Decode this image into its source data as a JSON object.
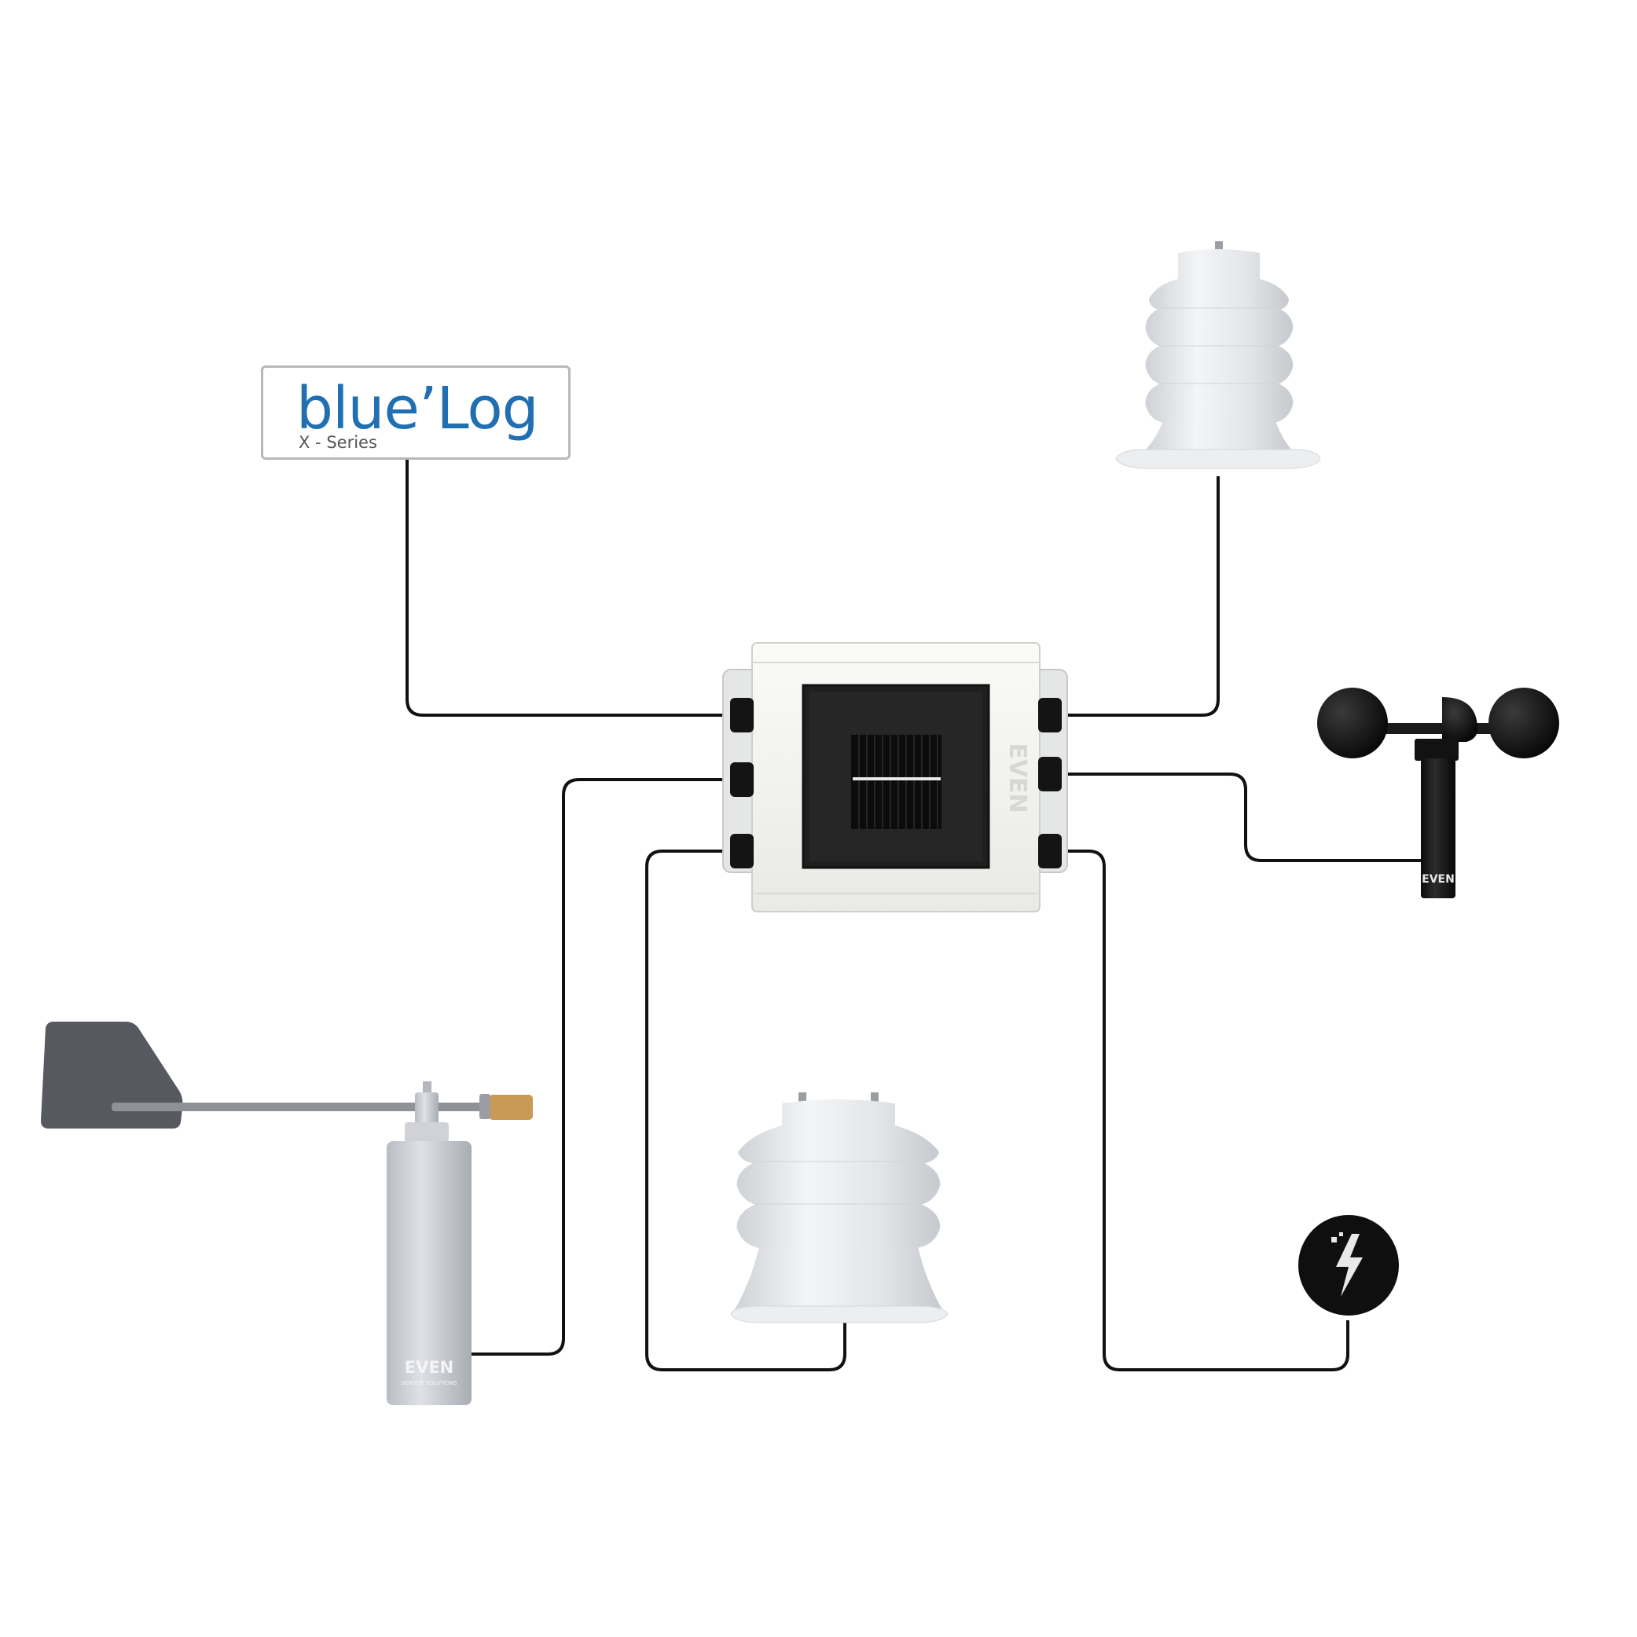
{
  "logger_label": {
    "title": "blue’Log",
    "subtitle": "X - Series"
  },
  "brand": {
    "name": "EVEN",
    "tagline": "SENSOR SOLUTIONS"
  },
  "colors": {
    "wire": "#111111",
    "brand_blue": "#1f6fb2",
    "label_border": "#b8b8b8",
    "enclosure": "#f1f1ef",
    "sensor_white": "#e6e8ea",
    "anemometer_black": "#151515",
    "vane_silver": "#c4c6cc",
    "counterweight_brass": "#c99a55"
  },
  "icons": {
    "logger": "blue-log-label",
    "hub": "junction-box-with-solar-panel",
    "temperature_humidity_sensor": "radiation-shield-icon",
    "wind_speed_sensor": "cup-anemometer-icon",
    "wind_direction_sensor": "wind-vane-icon",
    "lightning_sensor": "lightning-bolt-icon"
  }
}
